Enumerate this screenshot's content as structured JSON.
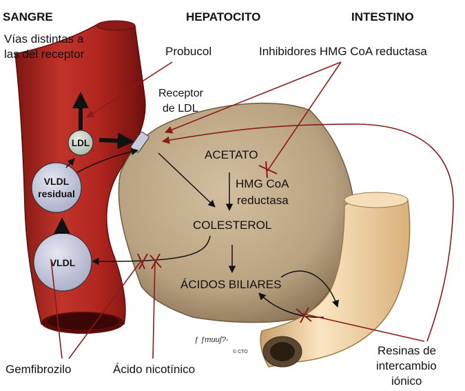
{
  "headers": {
    "sangre": "SANGRE",
    "hepatocito": "HEPATOCITO",
    "intestino": "INTESTINO"
  },
  "labels": {
    "vias_line1": "Vías distintas a",
    "vias_line2": "las del receptor",
    "probucol": "Probucol",
    "inhibidores": "Inhibidores HMG CoA reductasa",
    "receptor_line1": "Receptor",
    "receptor_line2": "de LDL",
    "acetato": "ACETATO",
    "hmg_line1": "HMG CoA",
    "hmg_line2": "reductasa",
    "colesterol": "COLESTEROL",
    "acidos": "ÁCIDOS BILIARES",
    "gemfibrozilo": "Gemfibrozilo",
    "acido_nicotinico": "Ácido nicotínico",
    "resinas_line1": "Resinas de",
    "resinas_line2": "intercambio",
    "resinas_line3": "iónico",
    "signature": "ƒ ƒmuuʃ?-",
    "copyright": "© CTO"
  },
  "nodes": {
    "ldl": "LDL",
    "vldl_residual_line1": "VLDL",
    "vldl_residual_line2": "residual",
    "vldl": "VLDL"
  },
  "colors": {
    "vessel": "#b3231e",
    "vessel_highlight": "#d4463a",
    "hepatocyte": "#bfa98a",
    "intestine": "#f1d8b0",
    "node_fill": "#c6c9dc",
    "ldl_fill": "#cdd6cc",
    "inhibition_red": "#8b1a1a"
  }
}
